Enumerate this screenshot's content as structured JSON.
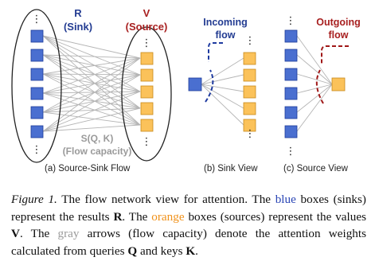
{
  "figure": {
    "panel_a": {
      "sink_label": "R",
      "sink_sublabel": "(Sink)",
      "source_label": "V",
      "source_sublabel": "(Source)",
      "edge_label": "S(Q, K)",
      "edge_sublabel": "(Flow capacity)",
      "caption": "(a) Source-Sink Flow"
    },
    "panel_b": {
      "flow_label_line1": "Incoming",
      "flow_label_line2": "flow",
      "caption": "(b) Sink View"
    },
    "panel_c": {
      "flow_label_line1": "Outgoing",
      "flow_label_line2": "flow",
      "caption": "(c) Source View"
    },
    "colors": {
      "sink": "#4a6fd0",
      "source": "#fbc25a",
      "edge": "#b5b5b5",
      "sink_text": "#233c92",
      "source_text": "#a82020",
      "incoming_arc": "#1e3aa0",
      "outgoing_arc": "#a01818"
    }
  },
  "caption": {
    "figure_label": "Figure 1.",
    "t1": " The flow network view for attention. The ",
    "w_blue": "blue",
    "t2": " boxes (sinks) represent the results ",
    "sym_R": "R",
    "t3": ". The ",
    "w_orange": "orange",
    "t4": " boxes (sources) represent the values ",
    "sym_V": "V",
    "t5": ". The ",
    "w_gray": "gray",
    "t6": " arrows (flow capacity) denote the attention weights calculated from queries ",
    "sym_Q": "Q",
    "t7": " and keys ",
    "sym_K": "K",
    "t8": "."
  }
}
